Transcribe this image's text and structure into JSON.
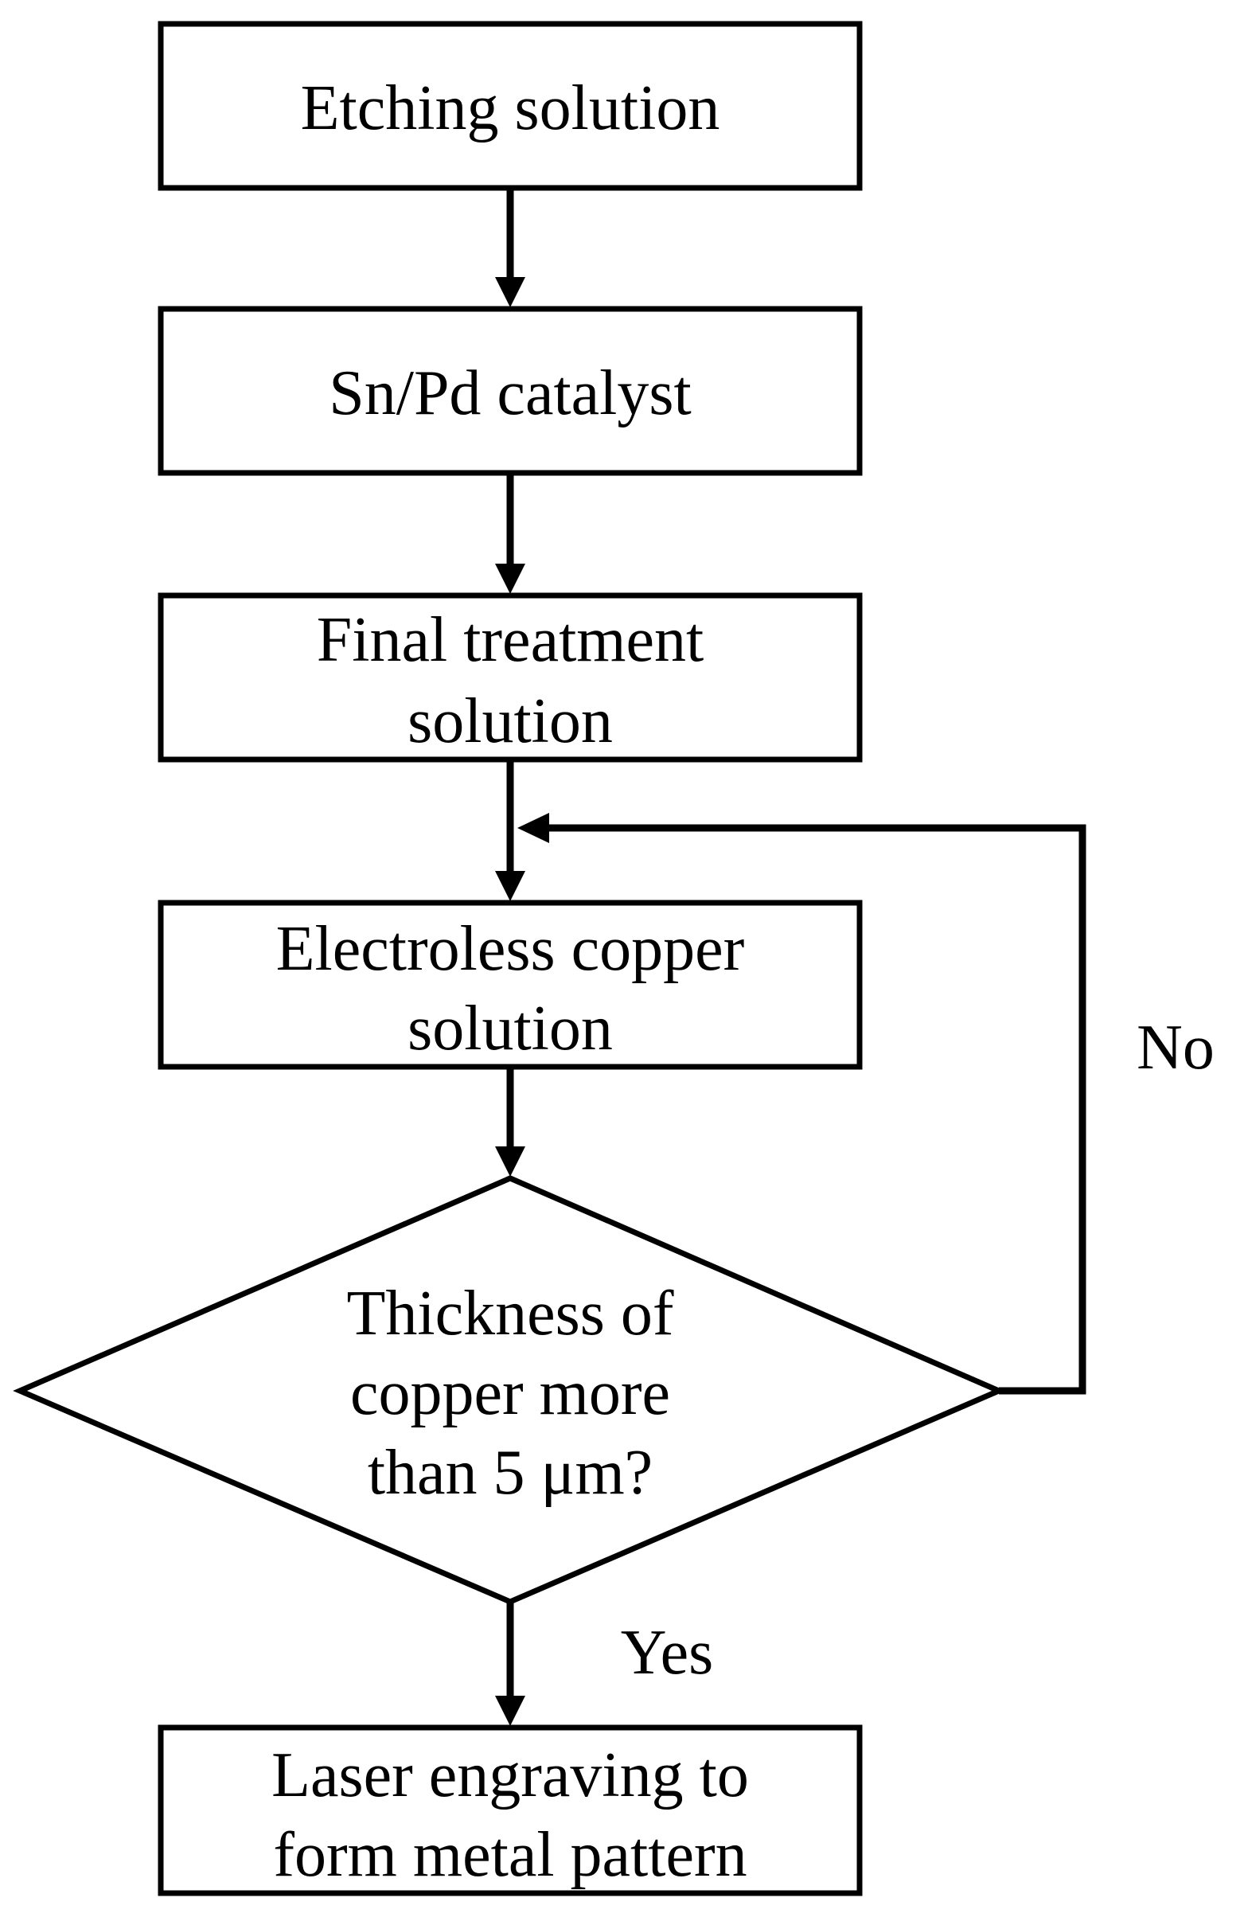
{
  "flowchart": {
    "steps": [
      {
        "id": "etching",
        "lines": [
          "Etching solution"
        ]
      },
      {
        "id": "catalyst",
        "lines": [
          "Sn/Pd catalyst"
        ]
      },
      {
        "id": "final-treatment",
        "lines": [
          "Final treatment",
          "solution"
        ]
      },
      {
        "id": "electroless-copper",
        "lines": [
          "Electroless copper",
          "solution"
        ]
      },
      {
        "id": "laser-engraving",
        "lines": [
          "Laser engraving to",
          "form metal pattern"
        ]
      }
    ],
    "decision": {
      "lines": [
        "Thickness of",
        "copper more",
        "than 5 μm?"
      ],
      "yes_label": "Yes",
      "no_label": "No"
    }
  }
}
